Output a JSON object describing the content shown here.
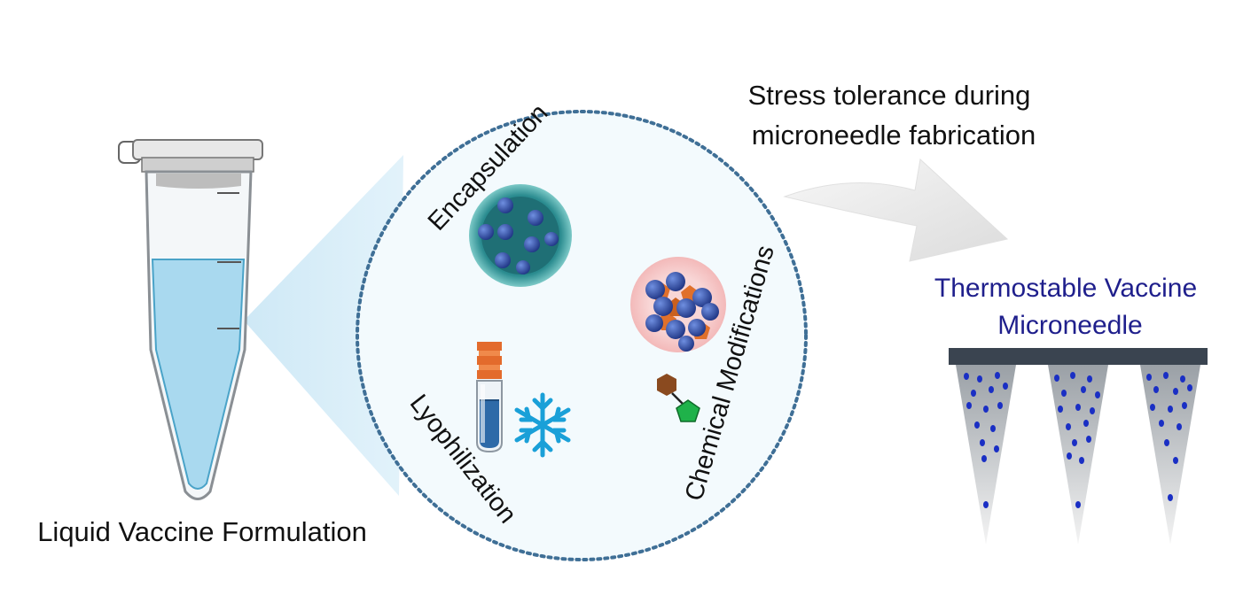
{
  "labels": {
    "tube": "Liquid Vaccine Formulation",
    "encapsulation": "Encapsulation",
    "chemical": "Chemical Modifications",
    "lyophilization": "Lyophilization",
    "stress_line1": "Stress tolerance during",
    "stress_line2": "microneedle fabrication",
    "result_line1": "Thermostable Vaccine",
    "result_line2": "Microneedle"
  },
  "icons": {
    "tube": "microcentrifuge-tube-icon",
    "encapsulation": "nanoparticle-icon",
    "chemical": "molecule-cluster-icon",
    "lyophilization": "vial-icon",
    "freeze": "snowflake-icon",
    "arrow": "curved-arrow-icon",
    "microneedle": "microneedle-array-icon"
  },
  "colors": {
    "result_text": "#1f1f8c",
    "dots": "#1a2fc4",
    "circle_border": "#3f6f96",
    "liquid": "#a9d9ef",
    "needle_base": "#3a4450",
    "orange": "#e0702b",
    "particle_blue": "#2f4fa8"
  }
}
